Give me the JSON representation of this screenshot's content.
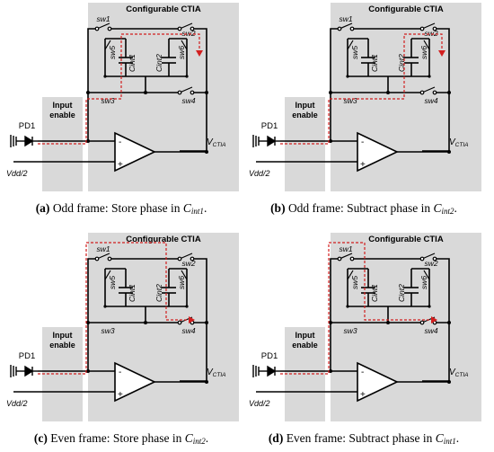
{
  "labels": {
    "ctia": "Configurable CTIA",
    "input_enable_1": "Input",
    "input_enable_2": "enable",
    "pd": "PD1",
    "vdd": "Vdd/2",
    "vout_main": "V",
    "vout_sub": "CTIA",
    "sw1": "sw1",
    "sw2": "sw2",
    "sw3": "sw3",
    "sw4": "sw4",
    "sw5": "sw5",
    "sw6": "sw6",
    "cint1": "Cint1",
    "cint2": "Cint2",
    "minus": "-",
    "plus": "+"
  },
  "panels": [
    {
      "id": "a",
      "tag": "(a)",
      "text": "Odd frame: Store phase in ",
      "cap": "C",
      "cap_sub": "int1",
      "end": "."
    },
    {
      "id": "b",
      "tag": "(b)",
      "text": "Odd frame: Subtract phase in ",
      "cap": "C",
      "cap_sub": "int2",
      "end": "."
    },
    {
      "id": "c",
      "tag": "(c)",
      "text": "Even frame: Store phase in ",
      "cap": "C",
      "cap_sub": "int2",
      "end": "."
    },
    {
      "id": "d",
      "tag": "(d)",
      "text": "Even frame: Subtract phase in ",
      "cap": "C",
      "cap_sub": "int1",
      "end": "."
    }
  ],
  "colors": {
    "box_fill": "#d9d9d9",
    "path": "#d21f1f",
    "wire": "#000000"
  }
}
